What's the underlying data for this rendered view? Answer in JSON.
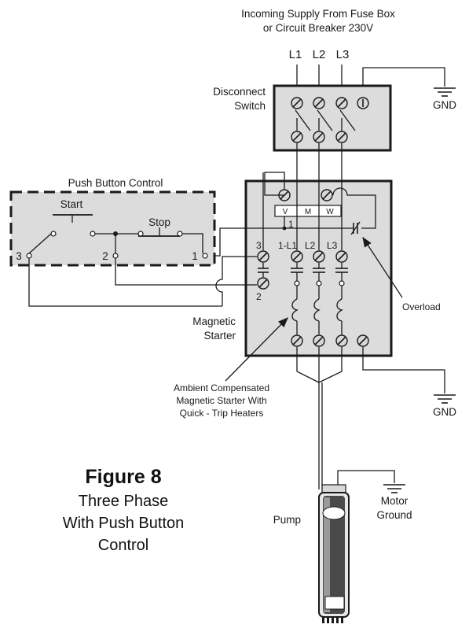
{
  "supply": {
    "line1": "Incoming Supply From Fuse Box",
    "line2": "or Circuit Breaker 230V",
    "l1": "L1",
    "l2": "L2",
    "l3": "L3",
    "gnd": "GND"
  },
  "disconnect": {
    "line1": "Disconnect",
    "line2": "Switch"
  },
  "push_button": {
    "title": "Push Button Control",
    "start": "Start",
    "stop": "Stop",
    "t3": "3",
    "t2": "2",
    "t1": "1"
  },
  "starter": {
    "coil_v": "V",
    "coil_m": "M",
    "coil_w": "W",
    "t1": "1",
    "t3": "3",
    "t2": "2",
    "l1": "1-L1",
    "l2": "L2",
    "l3": "L3",
    "label1": "Magnetic",
    "label2": "Starter",
    "gnd": "GND"
  },
  "overload": "Overload",
  "ambient": {
    "line1": "Ambient Compensated",
    "line2": "Magnetic Starter With",
    "line3": "Quick - Trip Heaters"
  },
  "figure": {
    "title": "Figure 8",
    "line1": "Three Phase",
    "line2": "With Push Button",
    "line3": "Control"
  },
  "pump": {
    "label": "Pump",
    "motor1": "Motor",
    "motor2": "Ground"
  }
}
